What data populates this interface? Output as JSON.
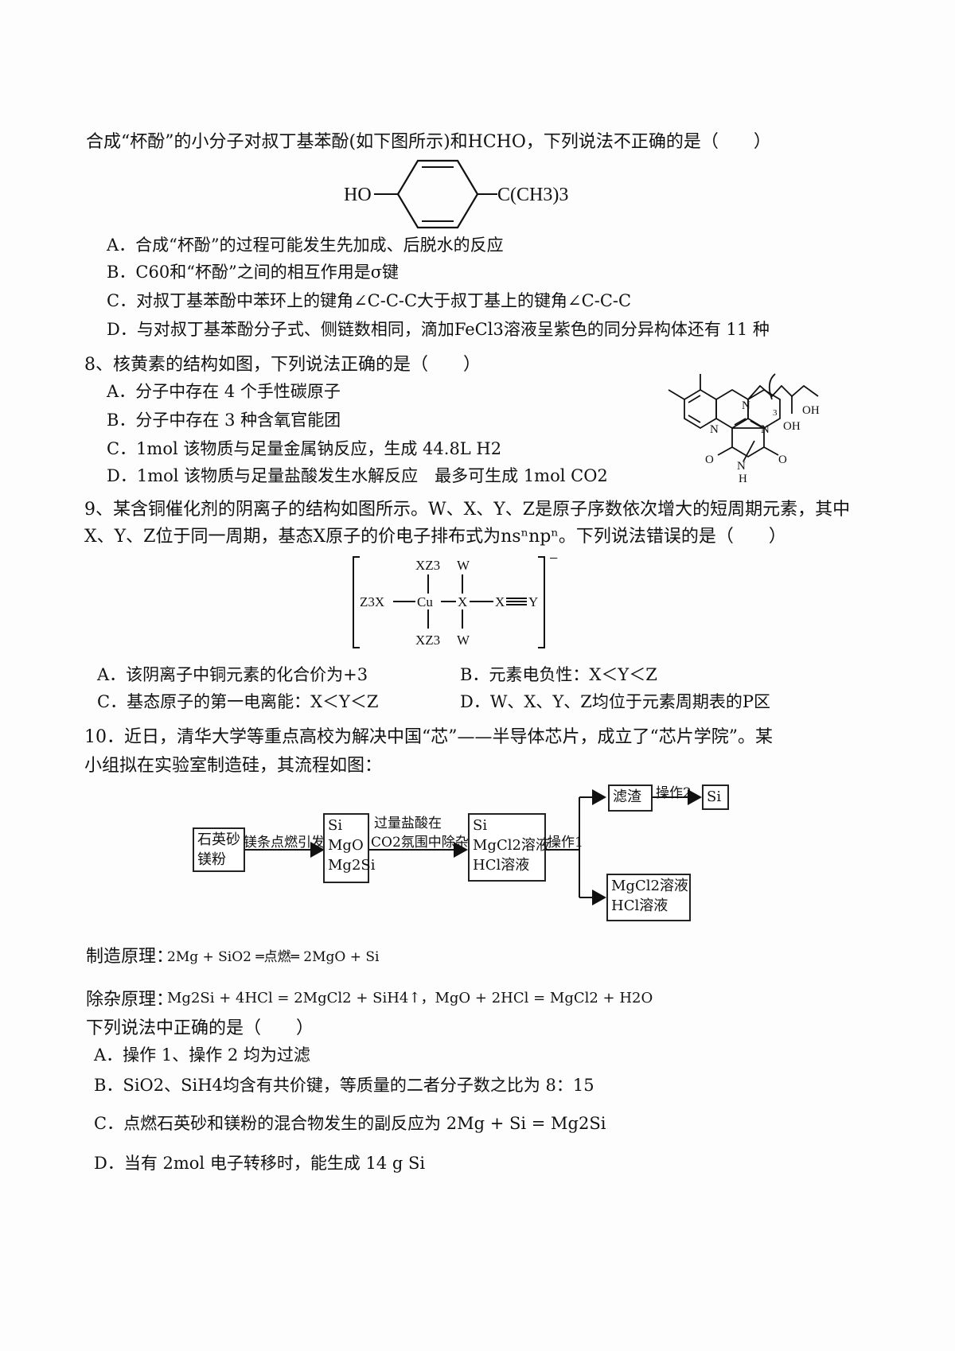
{
  "q7": {
    "stem": "合成“杯酚”的小分子对叔丁基苯酚(如下图所示)和HCHO，下列说法不正确的是（　　）",
    "figure": {
      "left_group": "HO",
      "right_group": "C(CH3)3"
    },
    "options": [
      "A．合成“杯酚”的过程可能发生先加成、后脱水的反应",
      "B．C60和“杯酚”之间的相互作用是σ键",
      "C．对叔丁基苯酚中苯环上的键角∠C-C-C大于叔丁基上的键角∠C-C-C",
      "D．与对叔丁基苯酚分子式、侧链数相同，滴加FeCl3溶液呈紫色的同分异构体还有 11 种"
    ]
  },
  "q8": {
    "stem": "8、核黄素的结构如图，下列说法正确的是（　　）",
    "options": [
      "A．分子中存在 4 个手性碳原子",
      "B．分子中存在 3 种含氧官能团",
      "C．1mol 该物质与足量金属钠反应，生成 44.8L H2",
      "D．1mol 该物质与足量盐酸发生水解反应　最多可生成 1mol CO2"
    ],
    "figure": {
      "labels": [
        "N",
        "N",
        "N",
        "N",
        "H",
        "O",
        "O",
        "OH",
        "OH",
        "3"
      ]
    }
  },
  "q9": {
    "stem1": "9、某含铜催化剂的阴离子的结构如图所示。W、X、Y、Z是原子序数依次增大的短周期元素，其中",
    "stem2": "X、Y、Z位于同一周期，基态X原子的价电子排布式为nsⁿnpⁿ。下列说法错误的是（　　）",
    "figure": {
      "top_left": "XZ3",
      "top_right": "W",
      "left": "Z3X",
      "center": "Cu",
      "right_x": "X",
      "x2": "X",
      "y": "Y",
      "bottom_left": "XZ3",
      "bottom_right": "W",
      "charge": "−"
    },
    "options": [
      "A．该阴离子中铜元素的化合价为+3",
      "B．元素电负性：X＜Y＜Z",
      "C．基态原子的第一电离能：X＜Y＜Z",
      "D．W、X、Y、Z均位于元素周期表的P区"
    ]
  },
  "q10": {
    "stem1": "10．近日，清华大学等重点高校为解决中国“芯”——半导体芯片，成立了“芯片学院”。某",
    "stem2": "小组拟在实验室制造硅，其流程如图：",
    "flow": {
      "box1": [
        "石英砂",
        "镁粉"
      ],
      "arrow1": "镁条点燃引发",
      "box2": [
        "Si",
        "MgO",
        "Mg2Si"
      ],
      "arrow2": [
        "过量盐酸在",
        "CO2氛围中除杂"
      ],
      "box3": [
        "Si",
        "MgCl2溶液",
        "HCl溶液"
      ],
      "arrow3": "操作1",
      "box4": "滤渣",
      "arrow4": "操作2",
      "box5": "Si",
      "box6": [
        "MgCl2溶液",
        "HCl溶液"
      ]
    },
    "principle1_label": "制造原理：",
    "principle1": "2Mg + SiO2 ═点燃═ 2MgO + Si",
    "principle2_label": "除杂原理：",
    "principle2": "Mg2Si + 4HCl = 2MgCl2 + SiH4↑，MgO + 2HCl = MgCl2 + H2O",
    "question": "下列说法中正确的是（　　）",
    "options": [
      "A．操作 1、操作 2 均为过滤",
      "B．SiO2、SiH4均含有共价键，等质量的二者分子数之比为 8：15",
      "C．点燃石英砂和镁粉的混合物发生的副反应为 2Mg + Si = Mg2Si",
      "D．当有 2mol 电子转移时，能生成 14 g Si"
    ]
  }
}
